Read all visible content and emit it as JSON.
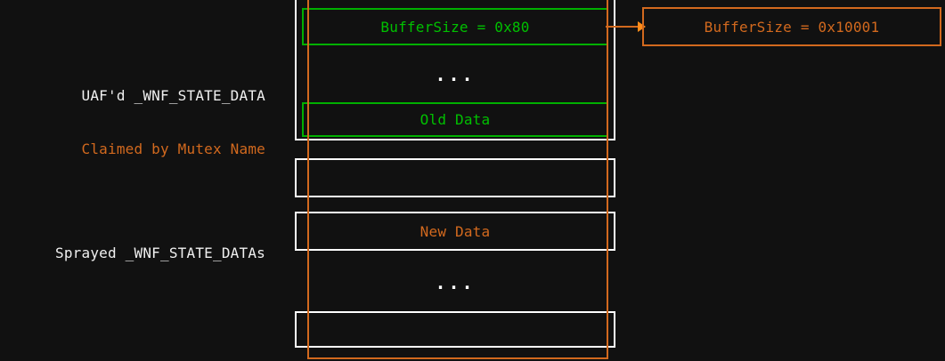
{
  "diagram": {
    "title_colors": {
      "background": "#111111",
      "white": "#ffffff",
      "green": "#00c000",
      "orange": "#d2691e"
    },
    "labels": {
      "uaf_line1": "UAF'd _WNF_STATE_DATA",
      "uaf_line2": "Claimed by Mutex Name",
      "sprayed": "Sprayed _WNF_STATE_DATAs"
    },
    "victim_chunk": {
      "header_field": "BufferSize = 0x80",
      "ellipsis": "...",
      "data_field": "Old Data"
    },
    "corrupted_chunk": {
      "header_field": "BufferSize = 0x10001"
    },
    "spray_chunks": {
      "box1_text": "",
      "box2_text": "New Data",
      "ellipsis": "...",
      "box3_text": ""
    },
    "arrow": {
      "name": "overwrite-arrow"
    }
  }
}
